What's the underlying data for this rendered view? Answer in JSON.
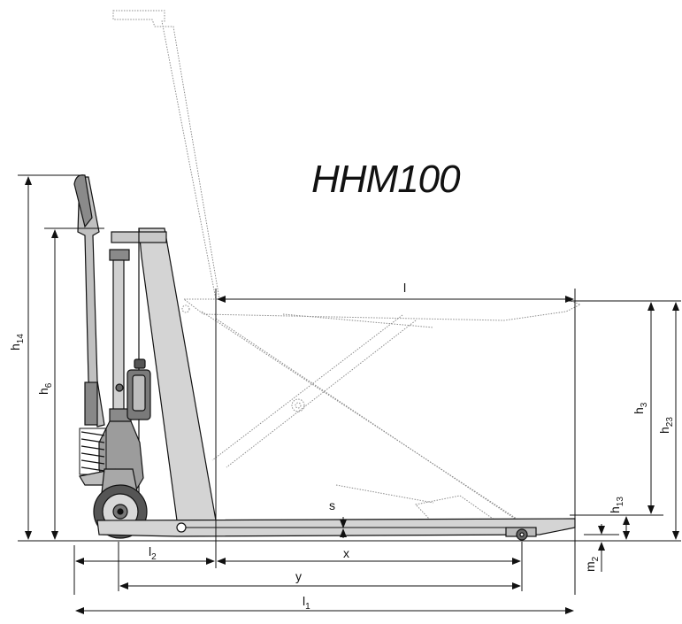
{
  "model_title": "HHM100",
  "dimensions": {
    "h14": {
      "main": "h",
      "sub": "14"
    },
    "h6": {
      "main": "h",
      "sub": "6"
    },
    "h3": {
      "main": "h",
      "sub": "3"
    },
    "h23": {
      "main": "h",
      "sub": "23"
    },
    "h13": {
      "main": "h",
      "sub": "13"
    },
    "m2": {
      "main": "m",
      "sub": "2"
    },
    "l": {
      "main": "l",
      "sub": ""
    },
    "s": {
      "main": "s",
      "sub": ""
    },
    "l2": {
      "main": "l",
      "sub": "2"
    },
    "x": {
      "main": "x",
      "sub": ""
    },
    "y": {
      "main": "y",
      "sub": ""
    },
    "l1": {
      "main": "l",
      "sub": "1"
    }
  },
  "colors": {
    "stroke": "#111111",
    "ghost": "#999999",
    "body_fill": "#d4d4d4",
    "dark_fill": "#8a8a8a",
    "wheel_fill": "#555555"
  }
}
